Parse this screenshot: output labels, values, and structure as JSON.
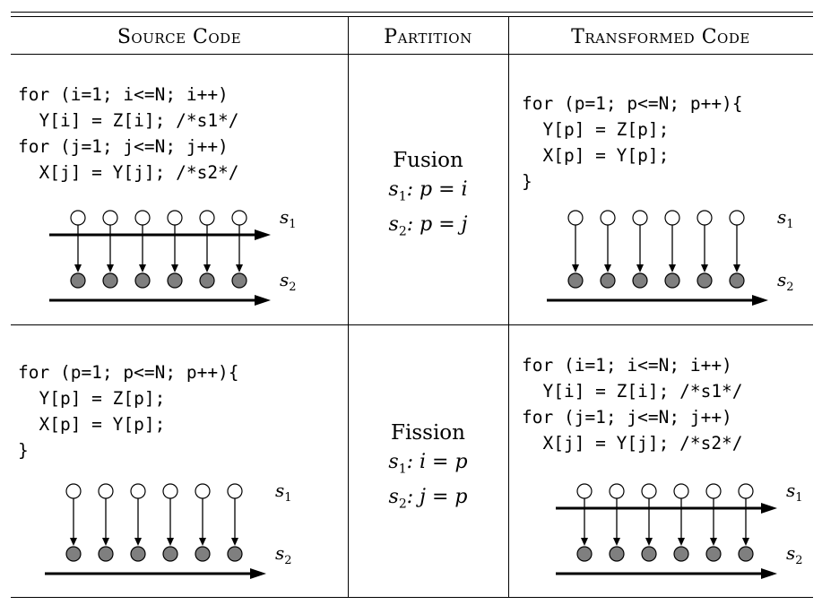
{
  "headers": {
    "source": "Source Code",
    "partition": "Partition",
    "transformed": "Transformed Code"
  },
  "rows": [
    {
      "source_code": "for (i=1; i<=N; i++)\n  Y[i] = Z[i]; /*s1*/\nfor (j=1; j<=N; j++)\n  X[j] = Y[j]; /*s2*/",
      "partition": {
        "name": "Fusion",
        "eqs": [
          {
            "sub": "1",
            "rhs": ": p = i"
          },
          {
            "sub": "2",
            "rhs": ": p = j"
          }
        ]
      },
      "transformed_code": "for (p=1; p<=N; p++){\n  Y[p] = Z[p];\n  X[p] = Y[p];\n}"
    },
    {
      "source_code": "for (p=1; p<=N; p++){\n  Y[p] = Z[p];\n  X[p] = Y[p];\n}",
      "partition": {
        "name": "Fission",
        "eqs": [
          {
            "sub": "1",
            "rhs": ": i = p"
          },
          {
            "sub": "2",
            "rhs": ": j = p"
          }
        ]
      },
      "transformed_code": "for (i=1; i<=N; i++)\n  Y[i] = Z[i]; /*s1*/\nfor (j=1; j<=N; j++)\n  X[j] = Y[j]; /*s2*/"
    }
  ],
  "diagram_labels": {
    "s1_letter": "s",
    "s1_sub": "1",
    "s2_letter": "s",
    "s2_sub": "2"
  },
  "colors": {
    "filled_node": "#7f7f7f",
    "empty_node": "#ffffff",
    "line": "#000000"
  }
}
